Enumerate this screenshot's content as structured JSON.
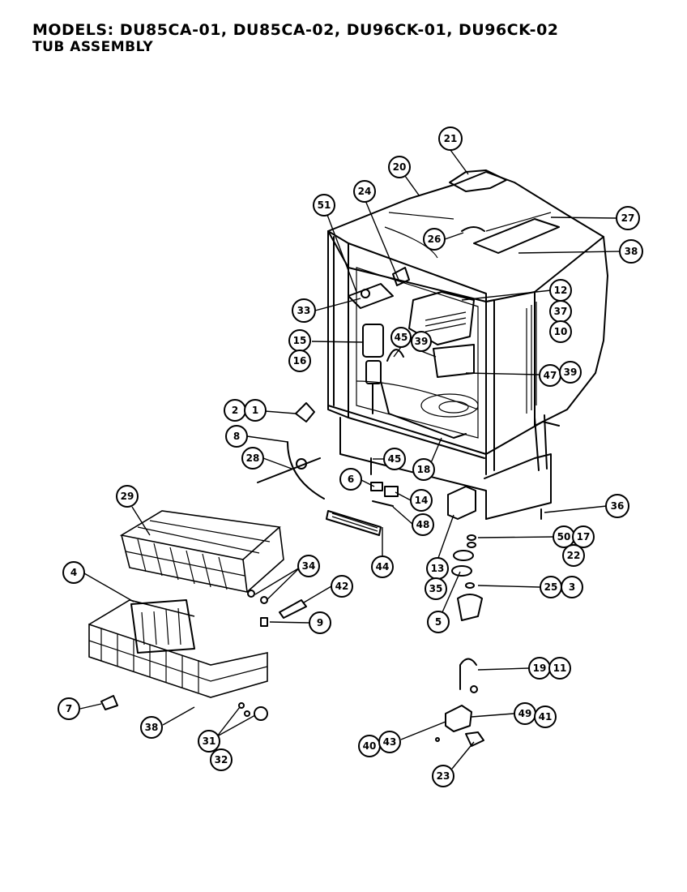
{
  "header": {
    "models": "MODELS: DU85CA-01, DU85CA-02, DU96CK-01, DU96CK-02",
    "assembly": "TUB ASSEMBLY"
  },
  "callouts": [
    {
      "id": "c21",
      "label": "21"
    },
    {
      "id": "c20",
      "label": "20"
    },
    {
      "id": "c24",
      "label": "24"
    },
    {
      "id": "c51",
      "label": "51"
    },
    {
      "id": "c27",
      "label": "27"
    },
    {
      "id": "c26",
      "label": "26"
    },
    {
      "id": "c38a",
      "label": "38"
    },
    {
      "id": "c12",
      "label": "12"
    },
    {
      "id": "c37",
      "label": "37"
    },
    {
      "id": "c10",
      "label": "10"
    },
    {
      "id": "c33",
      "label": "33"
    },
    {
      "id": "c15",
      "label": "15"
    },
    {
      "id": "c16",
      "label": "16"
    },
    {
      "id": "c45a",
      "label": "45"
    },
    {
      "id": "c39a",
      "label": "39"
    },
    {
      "id": "c47",
      "label": "47"
    },
    {
      "id": "c39b",
      "label": "39"
    },
    {
      "id": "c2",
      "label": "2"
    },
    {
      "id": "c1",
      "label": "1"
    },
    {
      "id": "c8",
      "label": "8"
    },
    {
      "id": "c28",
      "label": "28"
    },
    {
      "id": "c45b",
      "label": "45"
    },
    {
      "id": "c18",
      "label": "18"
    },
    {
      "id": "c6",
      "label": "6"
    },
    {
      "id": "c14",
      "label": "14"
    },
    {
      "id": "c36",
      "label": "36"
    },
    {
      "id": "c48",
      "label": "48"
    },
    {
      "id": "c29",
      "label": "29"
    },
    {
      "id": "c50",
      "label": "50"
    },
    {
      "id": "c17",
      "label": "17"
    },
    {
      "id": "c22",
      "label": "22"
    },
    {
      "id": "c44",
      "label": "44"
    },
    {
      "id": "c13",
      "label": "13"
    },
    {
      "id": "c4",
      "label": "4"
    },
    {
      "id": "c34",
      "label": "34"
    },
    {
      "id": "c42",
      "label": "42"
    },
    {
      "id": "c25",
      "label": "25"
    },
    {
      "id": "c3",
      "label": "3"
    },
    {
      "id": "c35",
      "label": "35"
    },
    {
      "id": "c9",
      "label": "9"
    },
    {
      "id": "c5",
      "label": "5"
    },
    {
      "id": "c19",
      "label": "19"
    },
    {
      "id": "c11",
      "label": "11"
    },
    {
      "id": "c7",
      "label": "7"
    },
    {
      "id": "c49",
      "label": "49"
    },
    {
      "id": "c41",
      "label": "41"
    },
    {
      "id": "c38b",
      "label": "38"
    },
    {
      "id": "c31",
      "label": "31"
    },
    {
      "id": "c40",
      "label": "40"
    },
    {
      "id": "c43",
      "label": "43"
    },
    {
      "id": "c32",
      "label": "32"
    },
    {
      "id": "c23",
      "label": "23"
    }
  ]
}
